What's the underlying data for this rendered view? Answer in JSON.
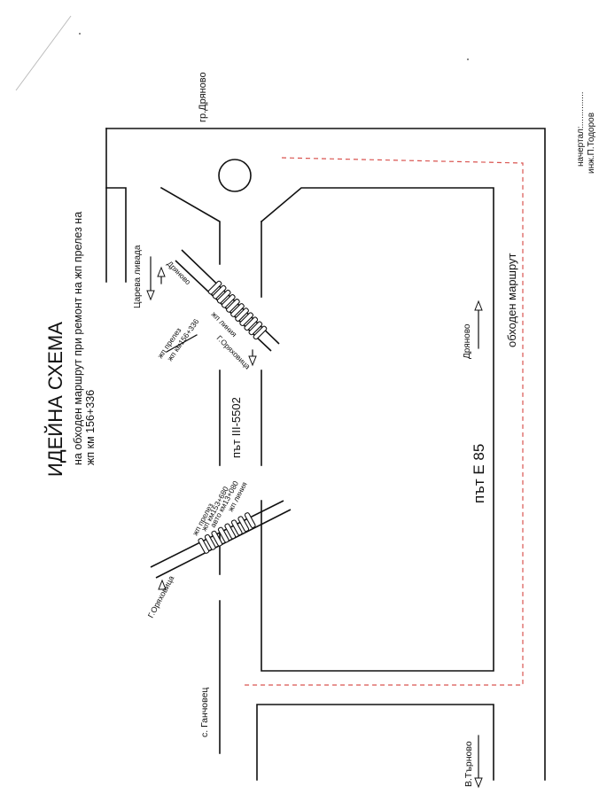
{
  "title": "ИДЕЙНА СХЕМА",
  "subtitle_line1": "на обходен маршрут при ремонт на жп прелез на",
  "subtitle_line2": "жп км 156+336",
  "labels": {
    "town_dryanovo": "гр.Дряново",
    "road_e85": "път Е 85",
    "road_iii5502": "път III-5502",
    "detour": "обходен маршрут",
    "dir_dryanovo_main": "Дряново",
    "tsareva_livada": "Царева ливада",
    "dir_dryanovo_small": "Дряново",
    "rail_line_1": "жп линия",
    "dir_gorna_oryahovitsa_1": "Г.Оряховица",
    "crossing_1_line1": "жп прелез",
    "crossing_1_line2": "жп км156+336",
    "rail_line_2": "жп линия",
    "crossing_2_line1": "жп прелез",
    "crossing_2_line2": "жп км153+680",
    "crossing_2_line3": "авто км13+080",
    "dir_gorna_oryahovitsa_2": "Г.Оряховица",
    "ganchovets": "с. Ганчовец",
    "dir_v_tarnovo": "В.Търново",
    "drawn_by": "начертал:..............",
    "engineer": "инж.П.Тодоров"
  }
}
